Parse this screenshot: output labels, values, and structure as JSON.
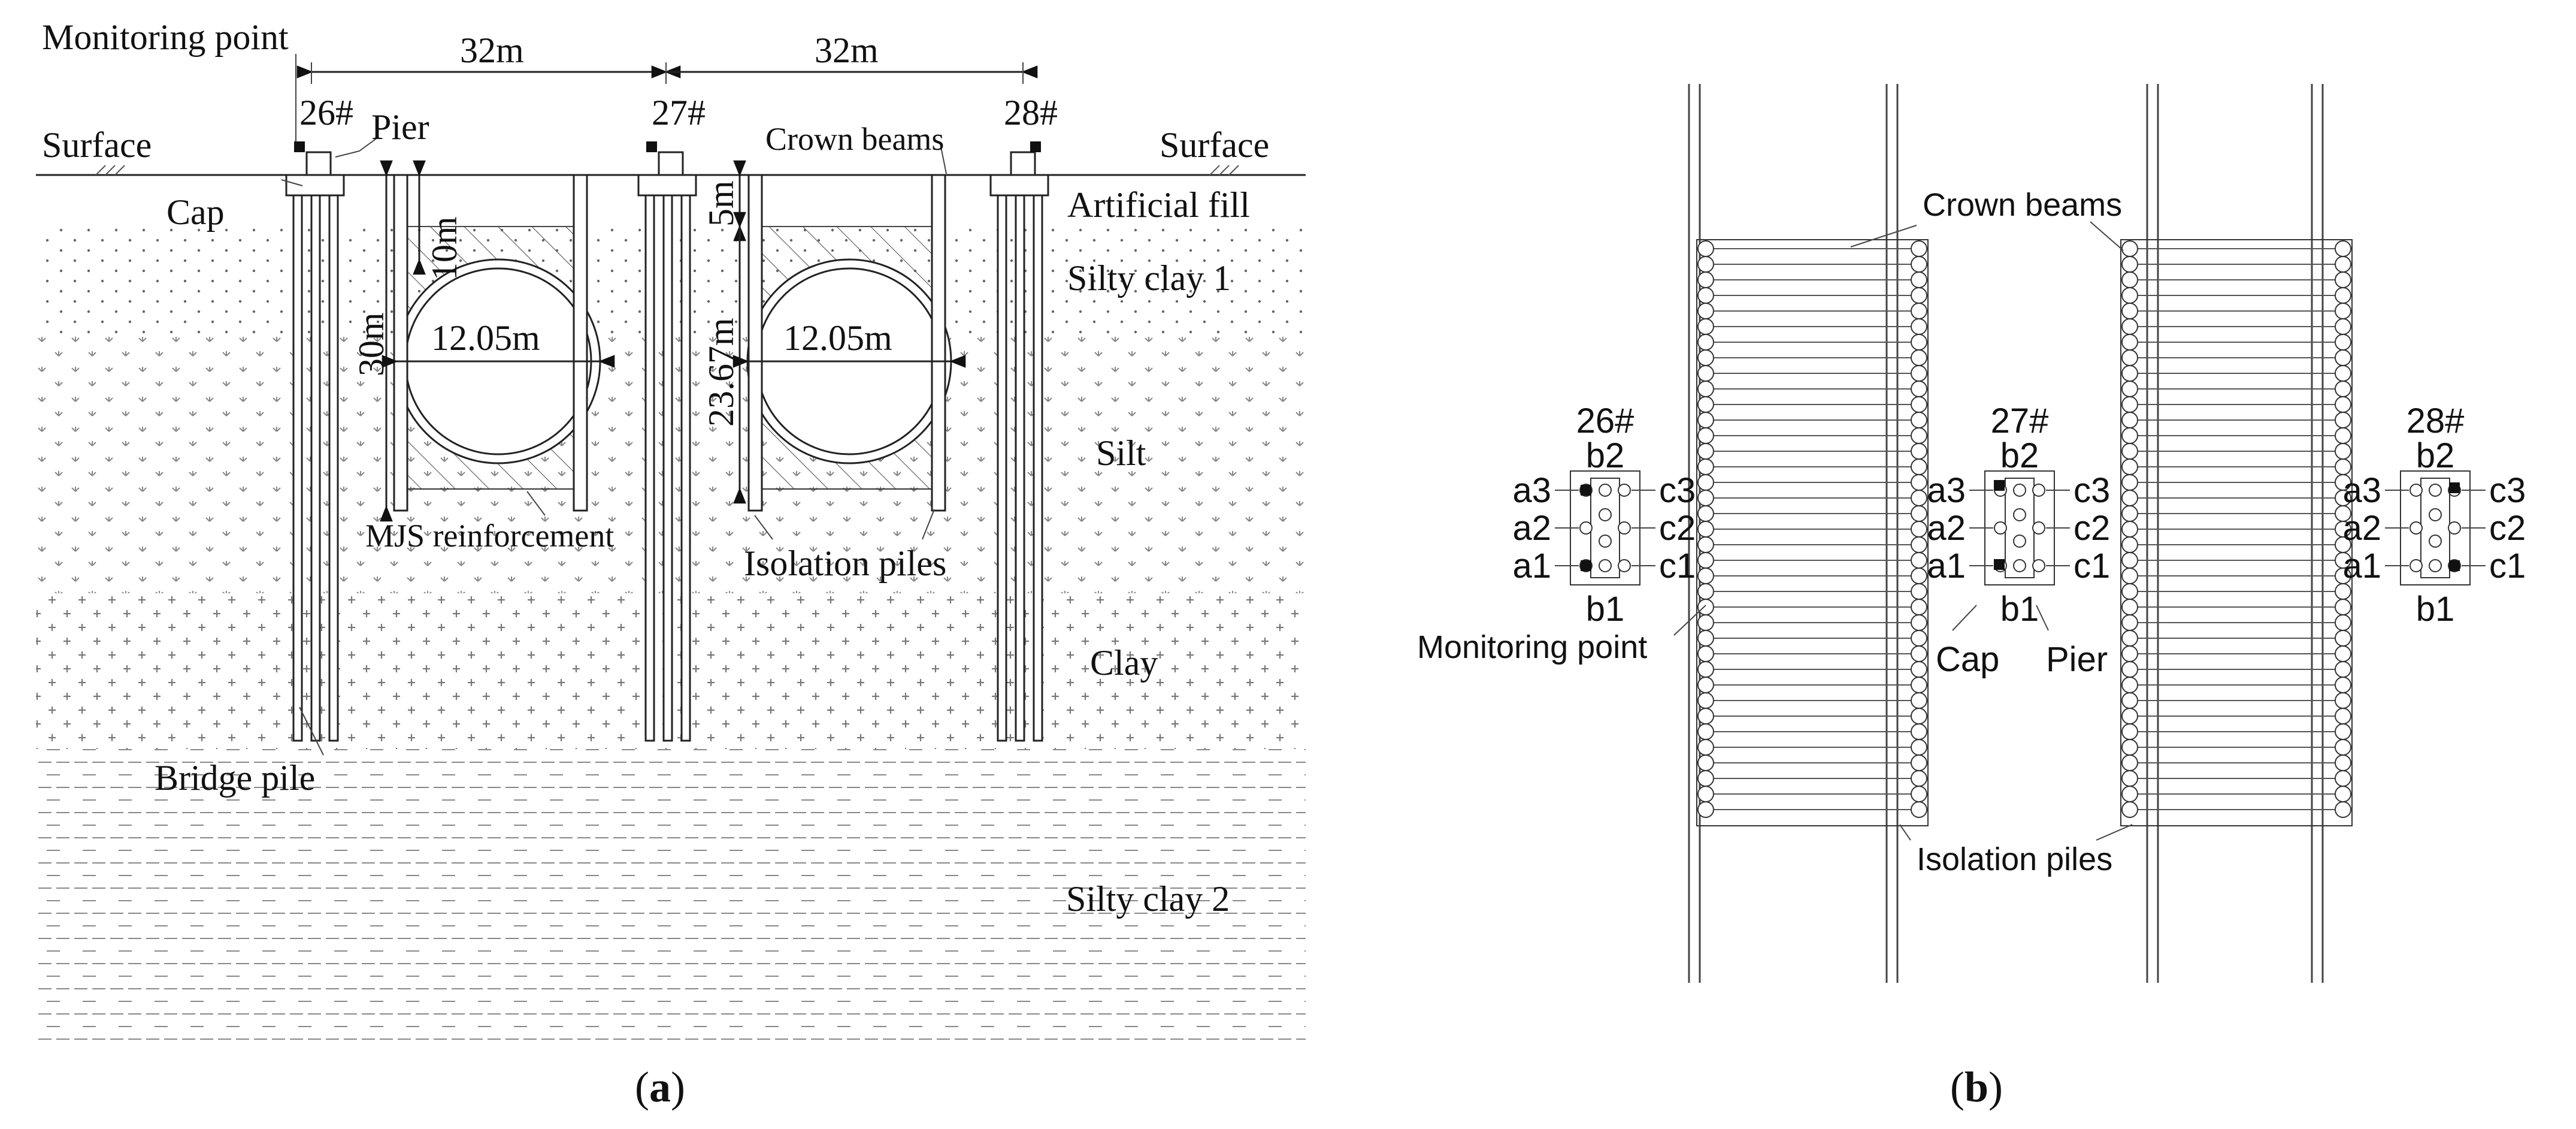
{
  "panel_a": {
    "caption": "(a)",
    "caption_letter": "a",
    "monitoring_point": "Monitoring point",
    "surface_left": "Surface",
    "surface_right": "Surface",
    "pier": "Pier",
    "cap": "Cap",
    "crown_beams": "Crown beams",
    "pier_labels": [
      "26#",
      "27#",
      "28#"
    ],
    "spans": [
      "32m",
      "32m"
    ],
    "depth_10": "10m",
    "depth_30": "30m",
    "depth_5": "5m",
    "depth_2367": "23.67m",
    "diameters": [
      "12.05m",
      "12.05m"
    ],
    "mjs": "MJS reinforcement",
    "isolation_piles": "Isolation piles",
    "bridge_pile": "Bridge pile",
    "layers": [
      "Artificial fill",
      "Silty clay 1",
      "Silt",
      "Clay",
      "Silty clay 2"
    ]
  },
  "panel_b": {
    "caption": "(b)",
    "caption_letter": "b",
    "crown_beams": "Crown beams",
    "isolation_piles": "Isolation piles",
    "monitoring_point": "Monitoring point",
    "cap": "Cap",
    "pier": "Pier",
    "groups": [
      {
        "id": "26#",
        "a": [
          "a3",
          "a2",
          "a1"
        ],
        "b": [
          "b2",
          "b1"
        ],
        "c": [
          "c3",
          "c2",
          "c1"
        ]
      },
      {
        "id": "27#",
        "a": [
          "a3",
          "a2",
          "a1"
        ],
        "b": [
          "b2",
          "b1"
        ],
        "c": [
          "c3",
          "c2",
          "c1"
        ]
      },
      {
        "id": "28#",
        "a": [
          "a3",
          "a2",
          "a1"
        ],
        "b": [
          "b2",
          "b1"
        ],
        "c": [
          "c3",
          "c2",
          "c1"
        ]
      }
    ]
  }
}
